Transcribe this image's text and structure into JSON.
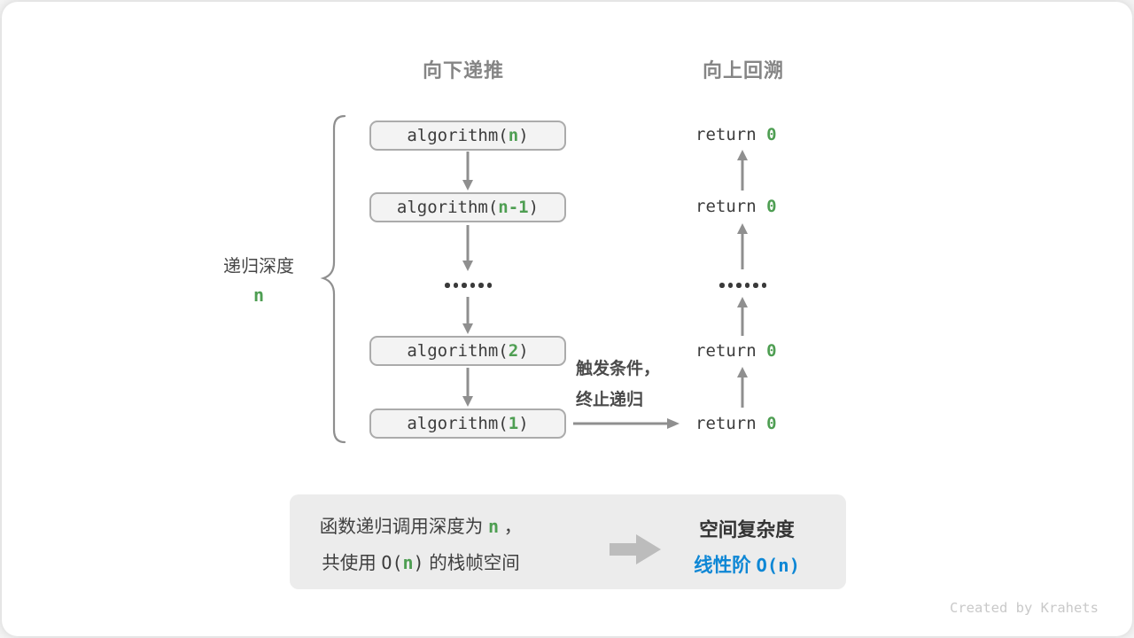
{
  "colors": {
    "green": "#4e9e52",
    "blue": "#0e87d5",
    "text_dark": "#3c3c3c",
    "text_gray": "#858585",
    "arrow_gray": "#8f8f8f",
    "box_bg": "#f3f3f3",
    "box_border": "#ababab",
    "summary_bg": "#ececec",
    "credit_gray": "#c9c9c9"
  },
  "headers": {
    "downward": "向下递推",
    "upward": "向上回溯"
  },
  "depth_label": {
    "text": "递归深度",
    "value": "n"
  },
  "call_stack": [
    {
      "pre": "algorithm(",
      "arg": "n",
      "post": ")"
    },
    {
      "pre": "algorithm(",
      "arg": "n-1",
      "post": ")"
    },
    {
      "pre": "algorithm(",
      "arg": "2",
      "post": ")"
    },
    {
      "pre": "algorithm(",
      "arg": "1",
      "post": ")"
    }
  ],
  "returns": [
    {
      "pre": "return ",
      "val": "0"
    },
    {
      "pre": "return ",
      "val": "0"
    },
    {
      "pre": "return ",
      "val": "0"
    },
    {
      "pre": "return ",
      "val": "0"
    }
  ],
  "trigger": {
    "line1": "触发条件，",
    "line2": "终止递归"
  },
  "summary": {
    "left_line1": {
      "pre": "函数递归调用深度为 ",
      "var": "n",
      "post": " ，"
    },
    "left_line2": {
      "pre": "共使用 ",
      "o_open": "O(",
      "var": "n",
      "o_close": ")",
      "post": " 的栈帧空间"
    },
    "right_title": "空间复杂度",
    "right_result_pre": "线性阶 ",
    "right_result_code": "O(n)"
  },
  "credit": "Created by Krahets"
}
